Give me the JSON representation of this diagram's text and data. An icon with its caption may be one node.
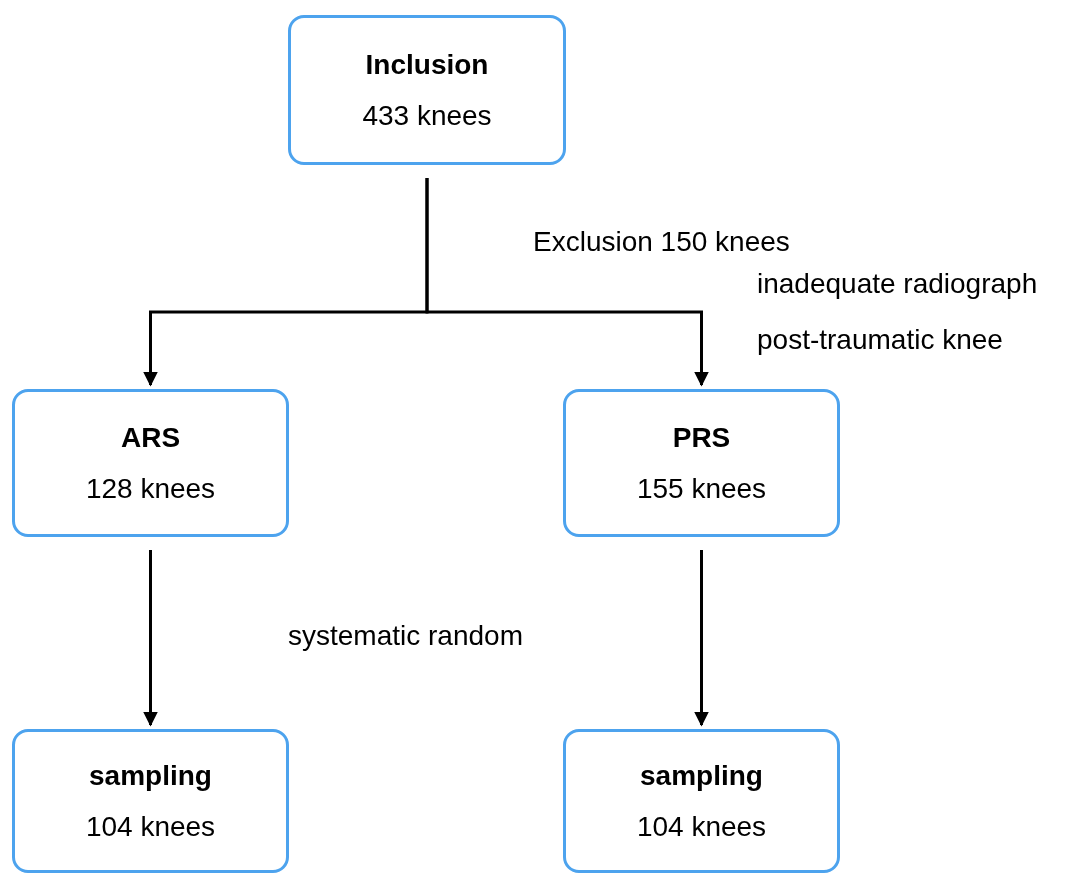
{
  "diagram": {
    "nodes": [
      {
        "text": [
          "Inclusion",
          "433 knees"
        ]
      },
      {
        "text": [
          "ARS",
          "128 knees"
        ]
      },
      {
        "text": [
          "PRS",
          "155 knees"
        ]
      },
      {
        "text": [
          "sampling",
          "104 knees"
        ]
      },
      {
        "text": [
          "sampling",
          "104 knees"
        ]
      }
    ],
    "edges": [
      {
        "from": 0,
        "to": 1,
        "arrow": "to"
      },
      {
        "from": 0,
        "to": 2,
        "arrow": "to"
      },
      {
        "from": 1,
        "to": 3,
        "arrow": "to"
      },
      {
        "from": 2,
        "to": 4,
        "arrow": "to"
      }
    ],
    "labels": [
      "Exclusion 150 knees",
      "inadequate radiograph",
      "post-traumatic knee",
      "systematic random"
    ]
  }
}
